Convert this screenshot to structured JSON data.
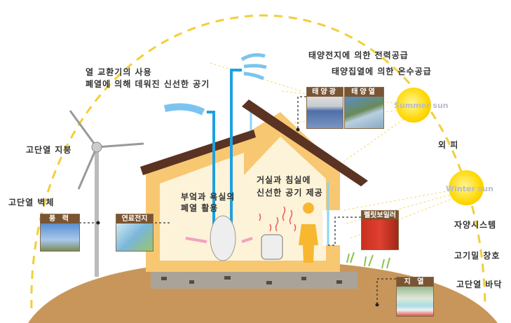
{
  "labels": {
    "heat_exchanger_1": "열 교환기의 사용",
    "heat_exchanger_2": "폐열에 의해 데워진 신선한 공기",
    "pv_supply": "태양전지에 의한 전력공급",
    "solar_heat_supply": "태양집열에 의한 온수공급",
    "envelope": "외 피",
    "shading": "자양시스템",
    "airtight_window": "고기밀 창호",
    "insulated_floor": "고단열 바닥",
    "insulated_roof": "고단열 지붕",
    "insulated_wall": "고단열 벽체",
    "kitchen_1": "부엌과 욕실의",
    "kitchen_2": "폐열 활용",
    "living_1": "거실과 침실에",
    "living_2": "신선한 공기 제공"
  },
  "photos": {
    "wind": "풍 력",
    "fuel_cell": "연료전지",
    "pv": "태양광",
    "solar_thermal": "태양열",
    "pellet_boiler": "펠릿보일러",
    "geothermal": "지 열"
  },
  "suns": {
    "summer": "Summer sun",
    "winter": "Winter sun"
  }
}
